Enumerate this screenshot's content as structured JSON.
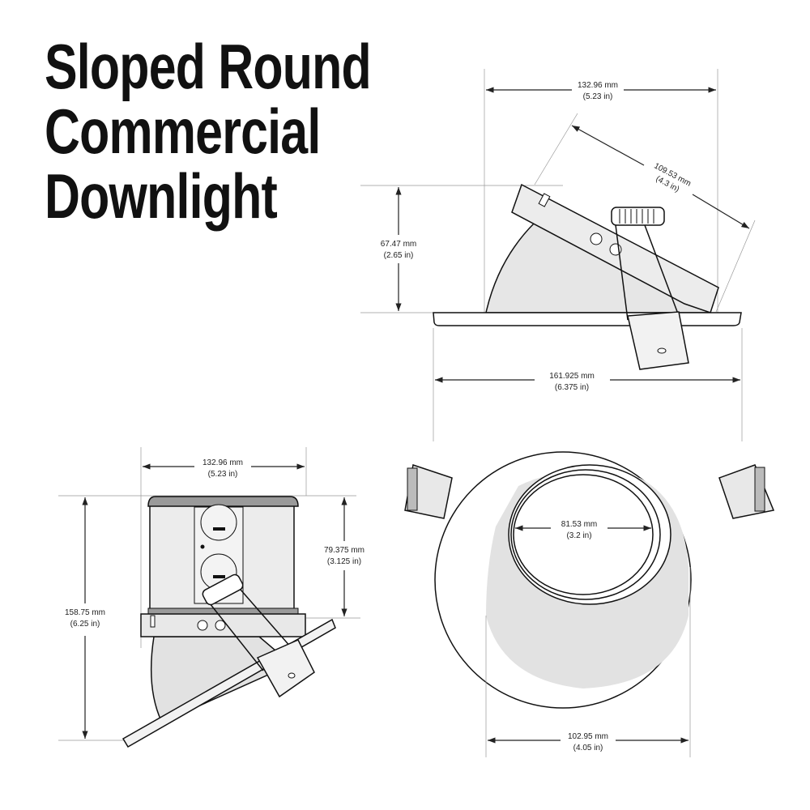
{
  "title": {
    "line1": "Sloped Round",
    "line2": "Commercial",
    "line3": "Downlight"
  },
  "side_view": {
    "width_top": {
      "mm": "132.96 mm",
      "in": "(5.23 in)"
    },
    "slope_length": {
      "mm": "109.53 mm",
      "in": "(4.3 in)"
    },
    "height": {
      "mm": "67.47 mm",
      "in": "(2.65 in)"
    },
    "flange_width": {
      "mm": "161.925 mm",
      "in": "(6.375 in)"
    }
  },
  "front_view": {
    "width": {
      "mm": "132.96 mm",
      "in": "(5.23 in)"
    },
    "housing_height": {
      "mm": "79.375 mm",
      "in": "(3.125 in)"
    },
    "total_height": {
      "mm": "158.75 mm",
      "in": "(6.25 in)"
    }
  },
  "bottom_view": {
    "opening": {
      "mm": "81.53 mm",
      "in": "(3.2 in)"
    },
    "cone_width": {
      "mm": "102.95 mm",
      "in": "(4.05 in)"
    }
  },
  "colors": {
    "line": "#111111",
    "fill_light": "#eeeeee",
    "fill_mid": "#d6d6d6",
    "fill_dark": "#9a9a9a"
  }
}
